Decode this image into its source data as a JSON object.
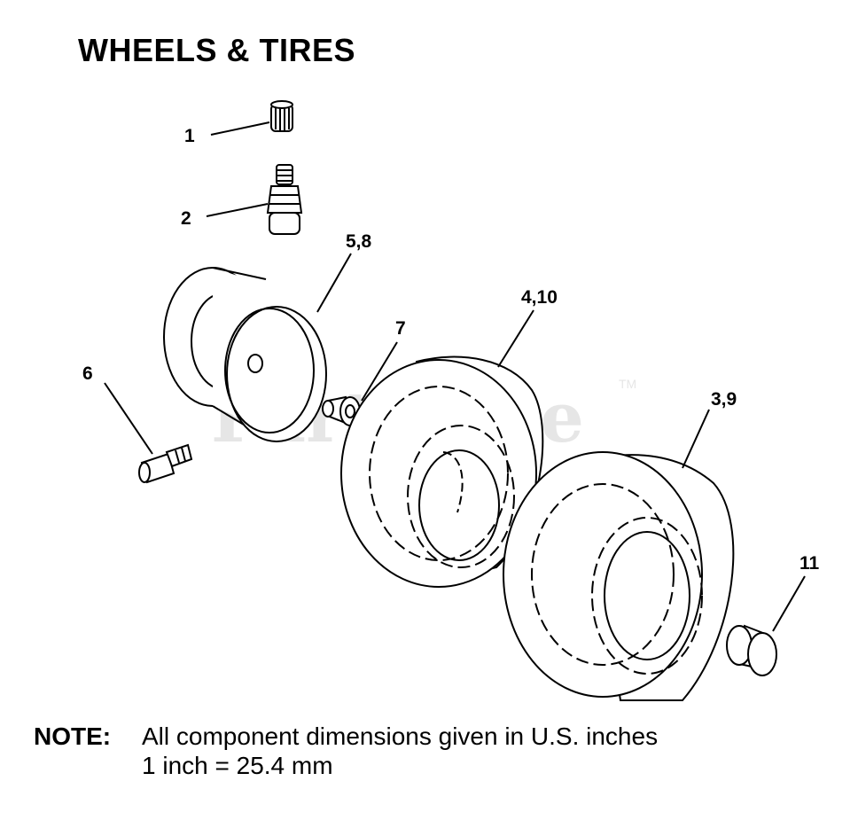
{
  "title": "WHEELS & TIRES",
  "watermark": {
    "text": "PartsTree",
    "trademark": "TM"
  },
  "callouts": {
    "c1": "1",
    "c2": "2",
    "c58": "5,8",
    "c7": "7",
    "c6": "6",
    "c410": "4,10",
    "c39": "3,9",
    "c11": "11"
  },
  "note": {
    "label": "NOTE:",
    "line1": "All component dimensions given in U.S. inches",
    "line2": "1 inch = 25.4 mm"
  },
  "colors": {
    "ink": "#000000",
    "watermark": "#e6e6e6",
    "background": "#ffffff"
  }
}
